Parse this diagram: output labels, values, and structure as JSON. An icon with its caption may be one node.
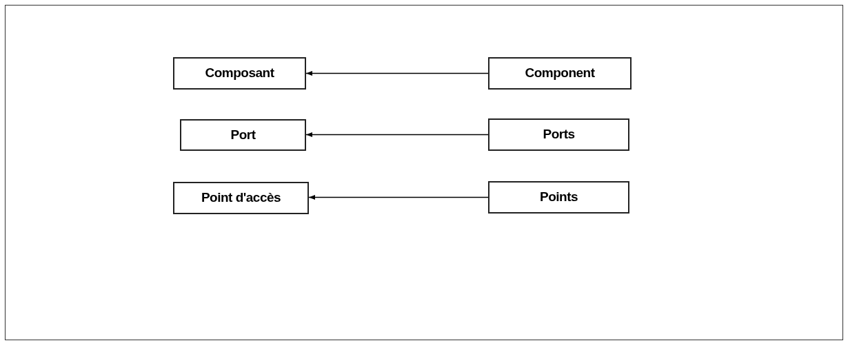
{
  "diagram": {
    "nodes": [
      {
        "text": [
          "Composant"
        ]
      },
      {
        "text": [
          "Component"
        ]
      },
      {
        "text": [
          "Port"
        ]
      },
      {
        "text": [
          "Ports"
        ]
      },
      {
        "text": [
          "Point d'accès"
        ]
      },
      {
        "text": [
          "Points"
        ]
      }
    ],
    "edges": [
      {
        "from": 1,
        "to": 0,
        "arrow": "to"
      },
      {
        "from": 3,
        "to": 2,
        "arrow": "to"
      },
      {
        "from": 5,
        "to": 4,
        "arrow": "to"
      }
    ]
  }
}
